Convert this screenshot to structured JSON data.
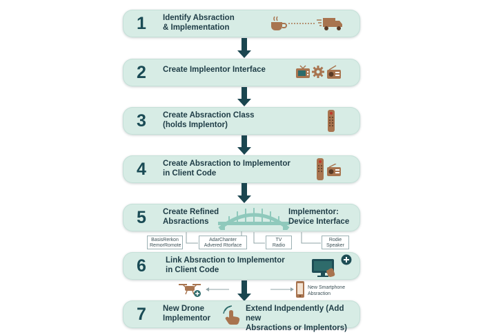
{
  "steps": [
    {
      "number": "1",
      "label": "Identify Absraction\n& Implementation",
      "icons": [
        "coffee-cup-icon",
        "delivery-truck-icon"
      ]
    },
    {
      "number": "2",
      "label": "Create Impleentor Interface",
      "icons": [
        "tv-icon",
        "gear-icon",
        "radio-icon"
      ]
    },
    {
      "number": "3",
      "label": "Create Absraction Class\n(holds Implentor)",
      "icons": [
        "remote-control-icon"
      ]
    },
    {
      "number": "4",
      "label": "Create Absraction to Implementor\nin Client Code",
      "icons": [
        "remote-control-icon",
        "radio-icon"
      ]
    },
    {
      "number": "5",
      "label": "Create Refined\nAbsractions",
      "right_label": "Implementor:\nDevice Interface",
      "icons": [
        "bridge-icon"
      ]
    },
    {
      "number": "6",
      "label": "Link Absraction to Implementor\nin Client Code",
      "icons": [
        "monitor-touch-icon",
        "plus-icon"
      ]
    },
    {
      "number": "7",
      "label": "New Drone\nImplementor",
      "right_label": "Extend Indpendently (Add new\nAbsractions or Implentors)",
      "icons": [
        "hand-touch-icon"
      ]
    }
  ],
  "sub_boxes": [
    {
      "text": "BasisRerkon\nRemorRomote"
    },
    {
      "text": "AdarChanter\nAdvered Rtorface"
    },
    {
      "text": "TV\nRadio"
    },
    {
      "text": "Rodie\nSpeaker"
    }
  ],
  "annotations": {
    "smartphone": "New Smartphone\nAbsraction"
  },
  "colors": {
    "step_bg": "#d7ece5",
    "arrow": "#1b4650",
    "icon_brown": "#a8744f",
    "icon_teal": "#2e6b6b"
  }
}
